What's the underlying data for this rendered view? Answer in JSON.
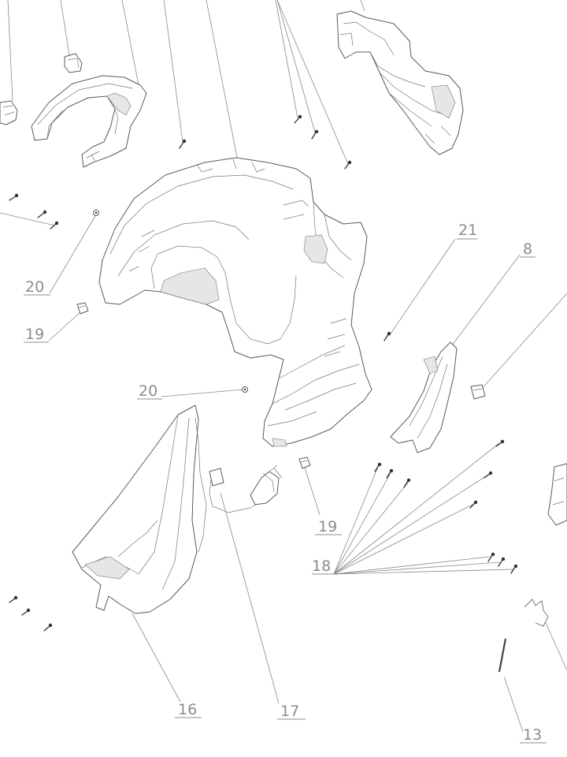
{
  "callouts": [
    {
      "id": "c21",
      "text": "21"
    },
    {
      "id": "c8",
      "text": "8"
    },
    {
      "id": "c20a",
      "text": "20"
    },
    {
      "id": "c19a",
      "text": "19"
    },
    {
      "id": "c20b",
      "text": "20"
    },
    {
      "id": "c19b",
      "text": "19"
    },
    {
      "id": "c18",
      "text": "18"
    },
    {
      "id": "c16",
      "text": "16"
    },
    {
      "id": "c17",
      "text": "17"
    },
    {
      "id": "c13",
      "text": "13"
    }
  ]
}
